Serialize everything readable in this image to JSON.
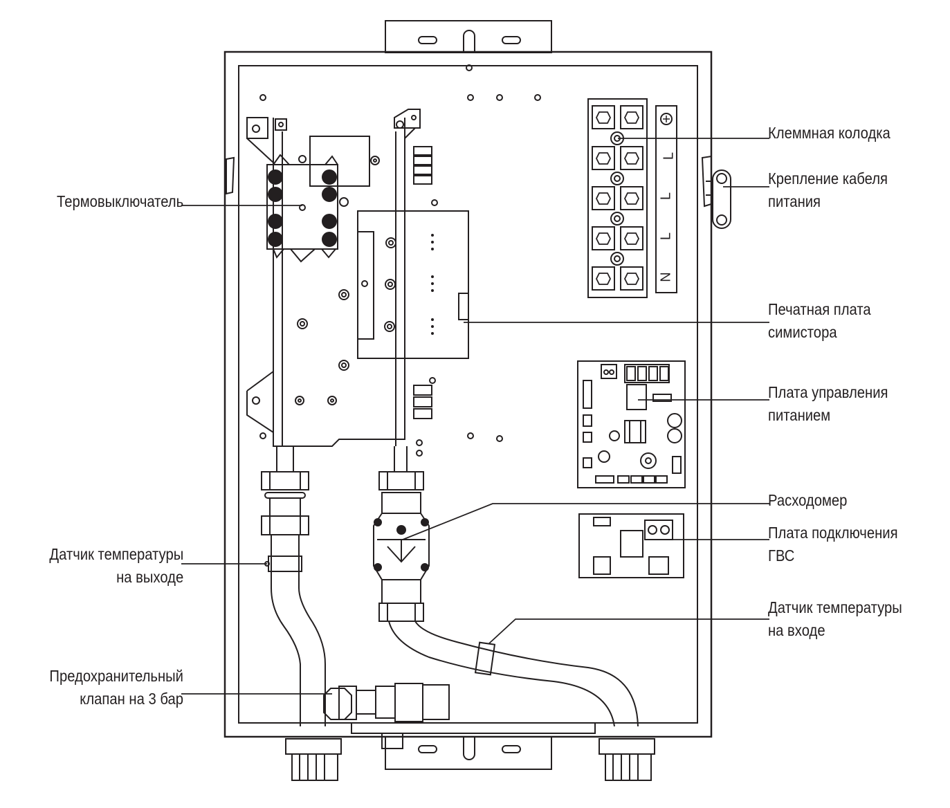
{
  "labels": {
    "terminal_block": "Клеммная колодка",
    "cable_clamp": [
      "Крепление кабеля",
      "питания"
    ],
    "thermal_switch": "Термовыключатель",
    "triac_board": [
      "Печатная плата",
      "симистора"
    ],
    "power_board": [
      "Плата управления",
      "питанием"
    ],
    "flowmeter": "Расходомер",
    "dhw_board": [
      "Плата подключения",
      "ГВС"
    ],
    "outlet_sensor": [
      "Датчик температуры",
      "на выходе"
    ],
    "inlet_sensor": [
      "Датчик температуры",
      "на входе"
    ],
    "safety_valve": [
      "Предохранительный",
      "клапан на 3 бар"
    ]
  },
  "terminal_marks": [
    "L",
    "L",
    "L",
    "N"
  ],
  "colors": {
    "line": "#231f20",
    "background": "#ffffff"
  }
}
